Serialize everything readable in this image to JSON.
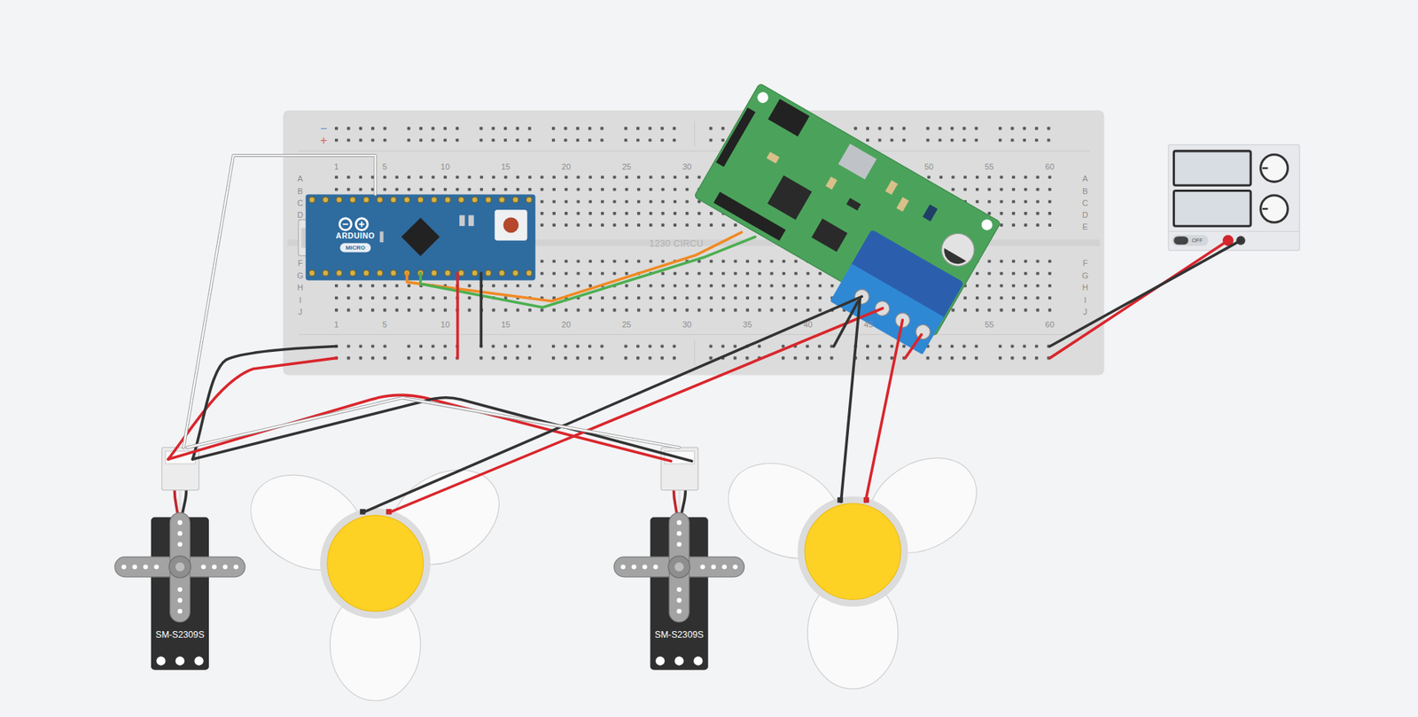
{
  "diagram": {
    "nodes": [
      {
        "text": [
          "ARDUINO",
          "MICRO"
        ]
      },
      {
        "text": [
          "OFF"
        ]
      },
      {
        "text": [
          "SM-S2309S"
        ]
      },
      {
        "text": [
          "SM-S2309S"
        ]
      }
    ],
    "edges": [
      {
        "from": 0,
        "to": 2,
        "arrow": "none"
      },
      {
        "from": 2,
        "to": 3,
        "arrow": "none"
      }
    ],
    "labels": [
      "1",
      "5",
      "10",
      "15",
      "20",
      "25",
      "30",
      "50",
      "55",
      "60",
      "1",
      "5",
      "10",
      "15",
      "20",
      "25",
      "30",
      "35",
      "40",
      "45",
      "55",
      "60",
      "A",
      "B",
      "C",
      "D",
      "F",
      "G",
      "H",
      "I",
      "J",
      "A",
      "B",
      "C",
      "D",
      "E",
      "F",
      "G",
      "H",
      "I",
      "J",
      "−",
      "+",
      "1230 CIRCU"
    ]
  }
}
